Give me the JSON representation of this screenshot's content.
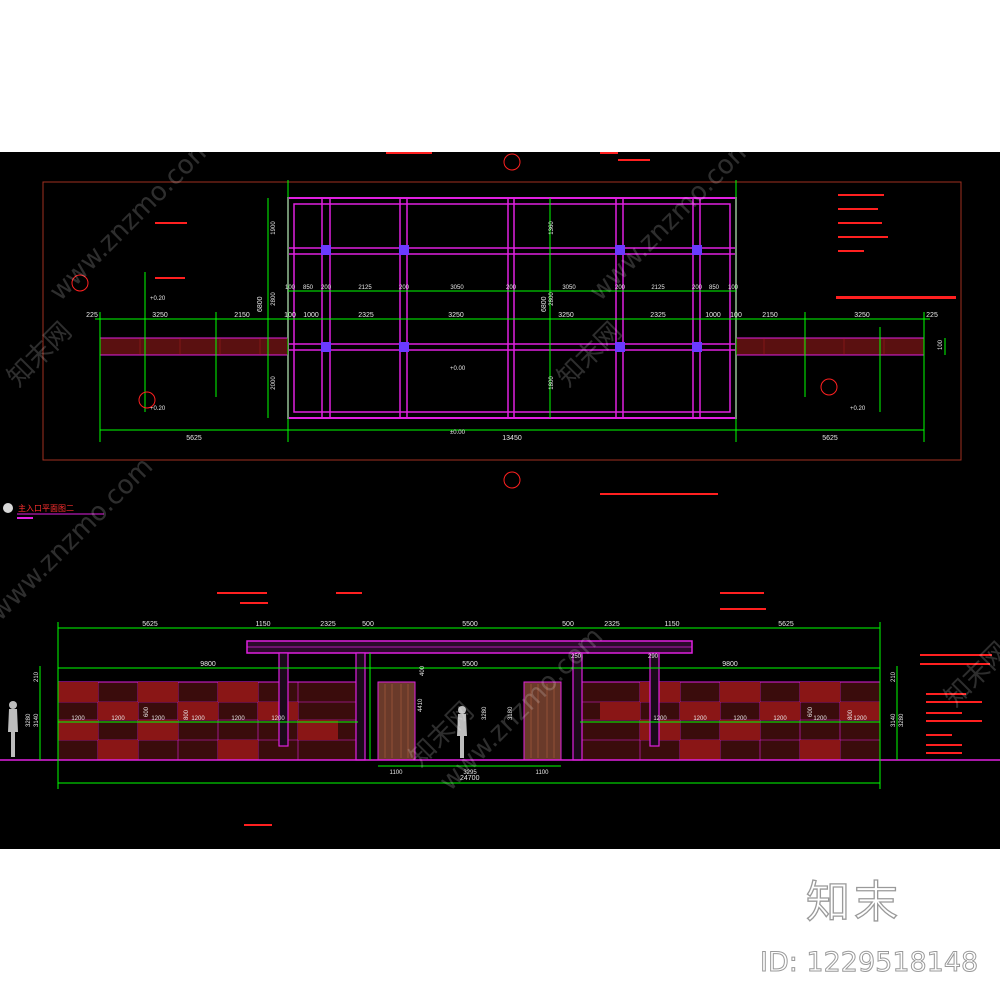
{
  "plan": {
    "title": "主入口平面图二",
    "dims_top": [
      "225",
      "3250",
      "2150",
      "100",
      "1000",
      "2325",
      "3250",
      "3250",
      "2325",
      "1000",
      "100",
      "2150",
      "3250",
      "225"
    ],
    "dims_upper": [
      "100",
      "850",
      "200",
      "2125",
      "200",
      "3050",
      "200",
      "3050",
      "200",
      "2125",
      "200",
      "850",
      "100"
    ],
    "dims_bottom": [
      "5625",
      "13450",
      "5625"
    ],
    "dims_left": [
      "1900",
      "2800",
      "2000"
    ],
    "dims_left_total": "6800",
    "dims_right": [
      "1360",
      "2800",
      "1800"
    ],
    "dims_right_total": "6800",
    "elev_marks": [
      "+0.20",
      "+0.20",
      "+0.00",
      "+0.20"
    ],
    "level_tag": "±0.00",
    "post_side": "100"
  },
  "elevation": {
    "dims_top": [
      "5625",
      "1150",
      "2325",
      "500",
      "5500",
      "500",
      "2325",
      "1150",
      "5625"
    ],
    "dims_mid": [
      "9800",
      "5500",
      "9800"
    ],
    "dims_tiles_left": [
      "1200",
      "1200",
      "1200",
      "1200",
      "1200",
      "1200"
    ],
    "dims_tiles_right": [
      "1200",
      "1200",
      "1200",
      "1200",
      "1200",
      "1200"
    ],
    "dims_bottom": [
      "1100",
      "3295",
      "1100"
    ],
    "total": "24700",
    "heights_left": [
      "3140",
      "3280",
      "210"
    ],
    "heights_right": [
      "3140",
      "3280",
      "210"
    ],
    "door_heights": [
      "4410",
      "3280",
      "3180"
    ],
    "post_w": [
      "250",
      "290"
    ],
    "panel_h": [
      "600",
      "800",
      "600",
      "800"
    ],
    "mid_400": "400"
  },
  "watermark": {
    "site": "www.znzmo.com",
    "name": "知末网",
    "short": "知末网"
  },
  "brand": {
    "name": "知末",
    "id_label": "ID: 1229518148"
  },
  "colors": {
    "background": "#000000",
    "magenta": "#e020e0",
    "green": "#00ff00",
    "red": "#ff2020",
    "grey": "#a0a0a0"
  }
}
